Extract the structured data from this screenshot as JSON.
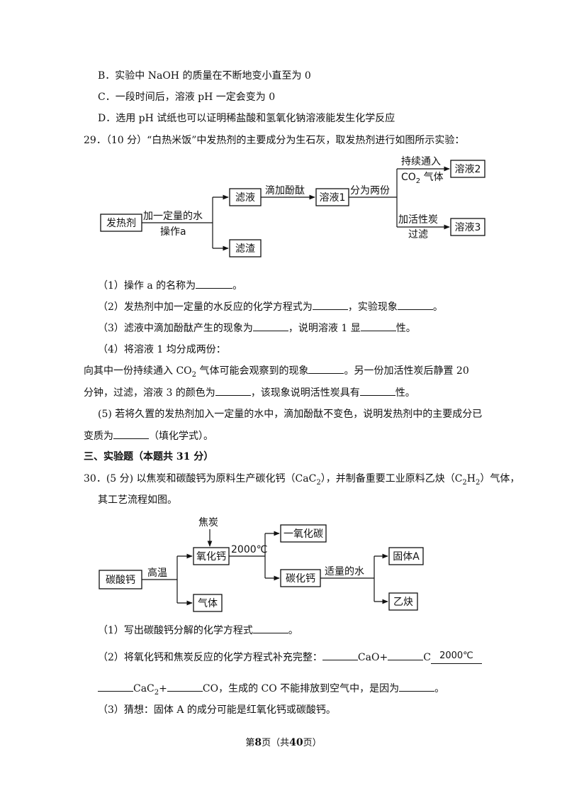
{
  "options": {
    "B": "B．实验中 NaOH 的质量在不断地变小直至为 0",
    "C": "C．一段时间后，溶液 pH 一定会变为 0",
    "D": "D．选用 pH 试纸也可以证明稀盐酸和氢氧化钠溶液能发生化学反应"
  },
  "q29": {
    "header": "29．（10 分）“白热米饭”中发热剂的主要成分为生石灰，取发热剂进行如图所示实验：",
    "diagram": {
      "heat_agent": "发热剂",
      "add_water": "加一定量的水",
      "op_a": "操作a",
      "filtrate": "滤液",
      "residue": "滤渣",
      "add_phenol": "滴加酚酞",
      "sol1": "溶液1",
      "split": "分为两份",
      "co2_a": "持续通入",
      "co2_b": "CO",
      "co2_sub": "2",
      "co2_c": " 气体",
      "sol2": "溶液2",
      "carbon_a": "加活性炭",
      "carbon_b": "过滤",
      "sol3": "溶液3"
    },
    "q1": "（1）操作 a 的名称为",
    "q1_end": "。",
    "q2a": "（2）发热剂中加一定量的水反应的化学方程式为",
    "q2b": "，实验现象",
    "q2_end": "。",
    "q3a": "（3）滤液中滴加酚酞产生的现象为",
    "q3b": "，说明溶液 1 显",
    "q3_end": "性。",
    "q4": "（4）将溶液 1 均分成两份：",
    "q4_l1a": "向其中一份持续通入 CO",
    "q4_l1_sub": "2",
    "q4_l1b": " 气体可能会观察到的现象",
    "q4_l1c": "。另一份加活性炭后静置 20",
    "q4_l2a": "分钟，过滤，溶液 3 的颜色为",
    "q4_l2b": "，该现象说明活性炭具有",
    "q4_l2_end": "性。",
    "q5_l1": "(5) 若将久置的发热剂加入一定量的水中，滴加酚酞不变色，说明发热剂中的主要成分已",
    "q5_l2a": "变质为",
    "q5_l2b": "（填化学式）。"
  },
  "section3": "三、实验题（本题共 31 分）",
  "q30": {
    "l1a": "30．(5 分) 以焦炭和碳酸钙为原料生产碳化钙（CaC",
    "l1_sub1": "2",
    "l1b": "），并制备重要工业原料乙炔（C",
    "l1_sub2": "2",
    "l1c": "H",
    "l1_sub3": "2",
    "l1d": "）气体，",
    "l2": "其工艺流程如图。",
    "diagram": {
      "coke": "焦炭",
      "caco3": "碳酸钙",
      "high_temp": "高温",
      "cao": "氧化钙",
      "gas": "气体",
      "temp": "2000℃",
      "co": "一氧化碳",
      "cac2": "碳化钙",
      "water": "适量的水",
      "solid_a": "固体A",
      "acetylene": "乙炔"
    },
    "q1": "（1）写出碳酸钙分解的化学方程式",
    "q1_end": "。",
    "q2a": "（2）将氧化钙和焦炭反应的化学方程式补充完整：",
    "q2b": "CaO+",
    "q2c": "C",
    "q2_temp": "2000℃",
    "q2_l2a": "CaC",
    "q2_l2_sub": "2",
    "q2_l2b": "+",
    "q2_l2c": "CO，生成的 CO 不能排放到空气中，是因为",
    "q2_l2_end": "。",
    "q3": "（3）猜想：固体 A 的成分可能是红氧化钙或碳酸钙。"
  },
  "footer": {
    "pre": "第",
    "page": "8",
    "mid": "页（共",
    "total": "40",
    "post": "页）"
  }
}
